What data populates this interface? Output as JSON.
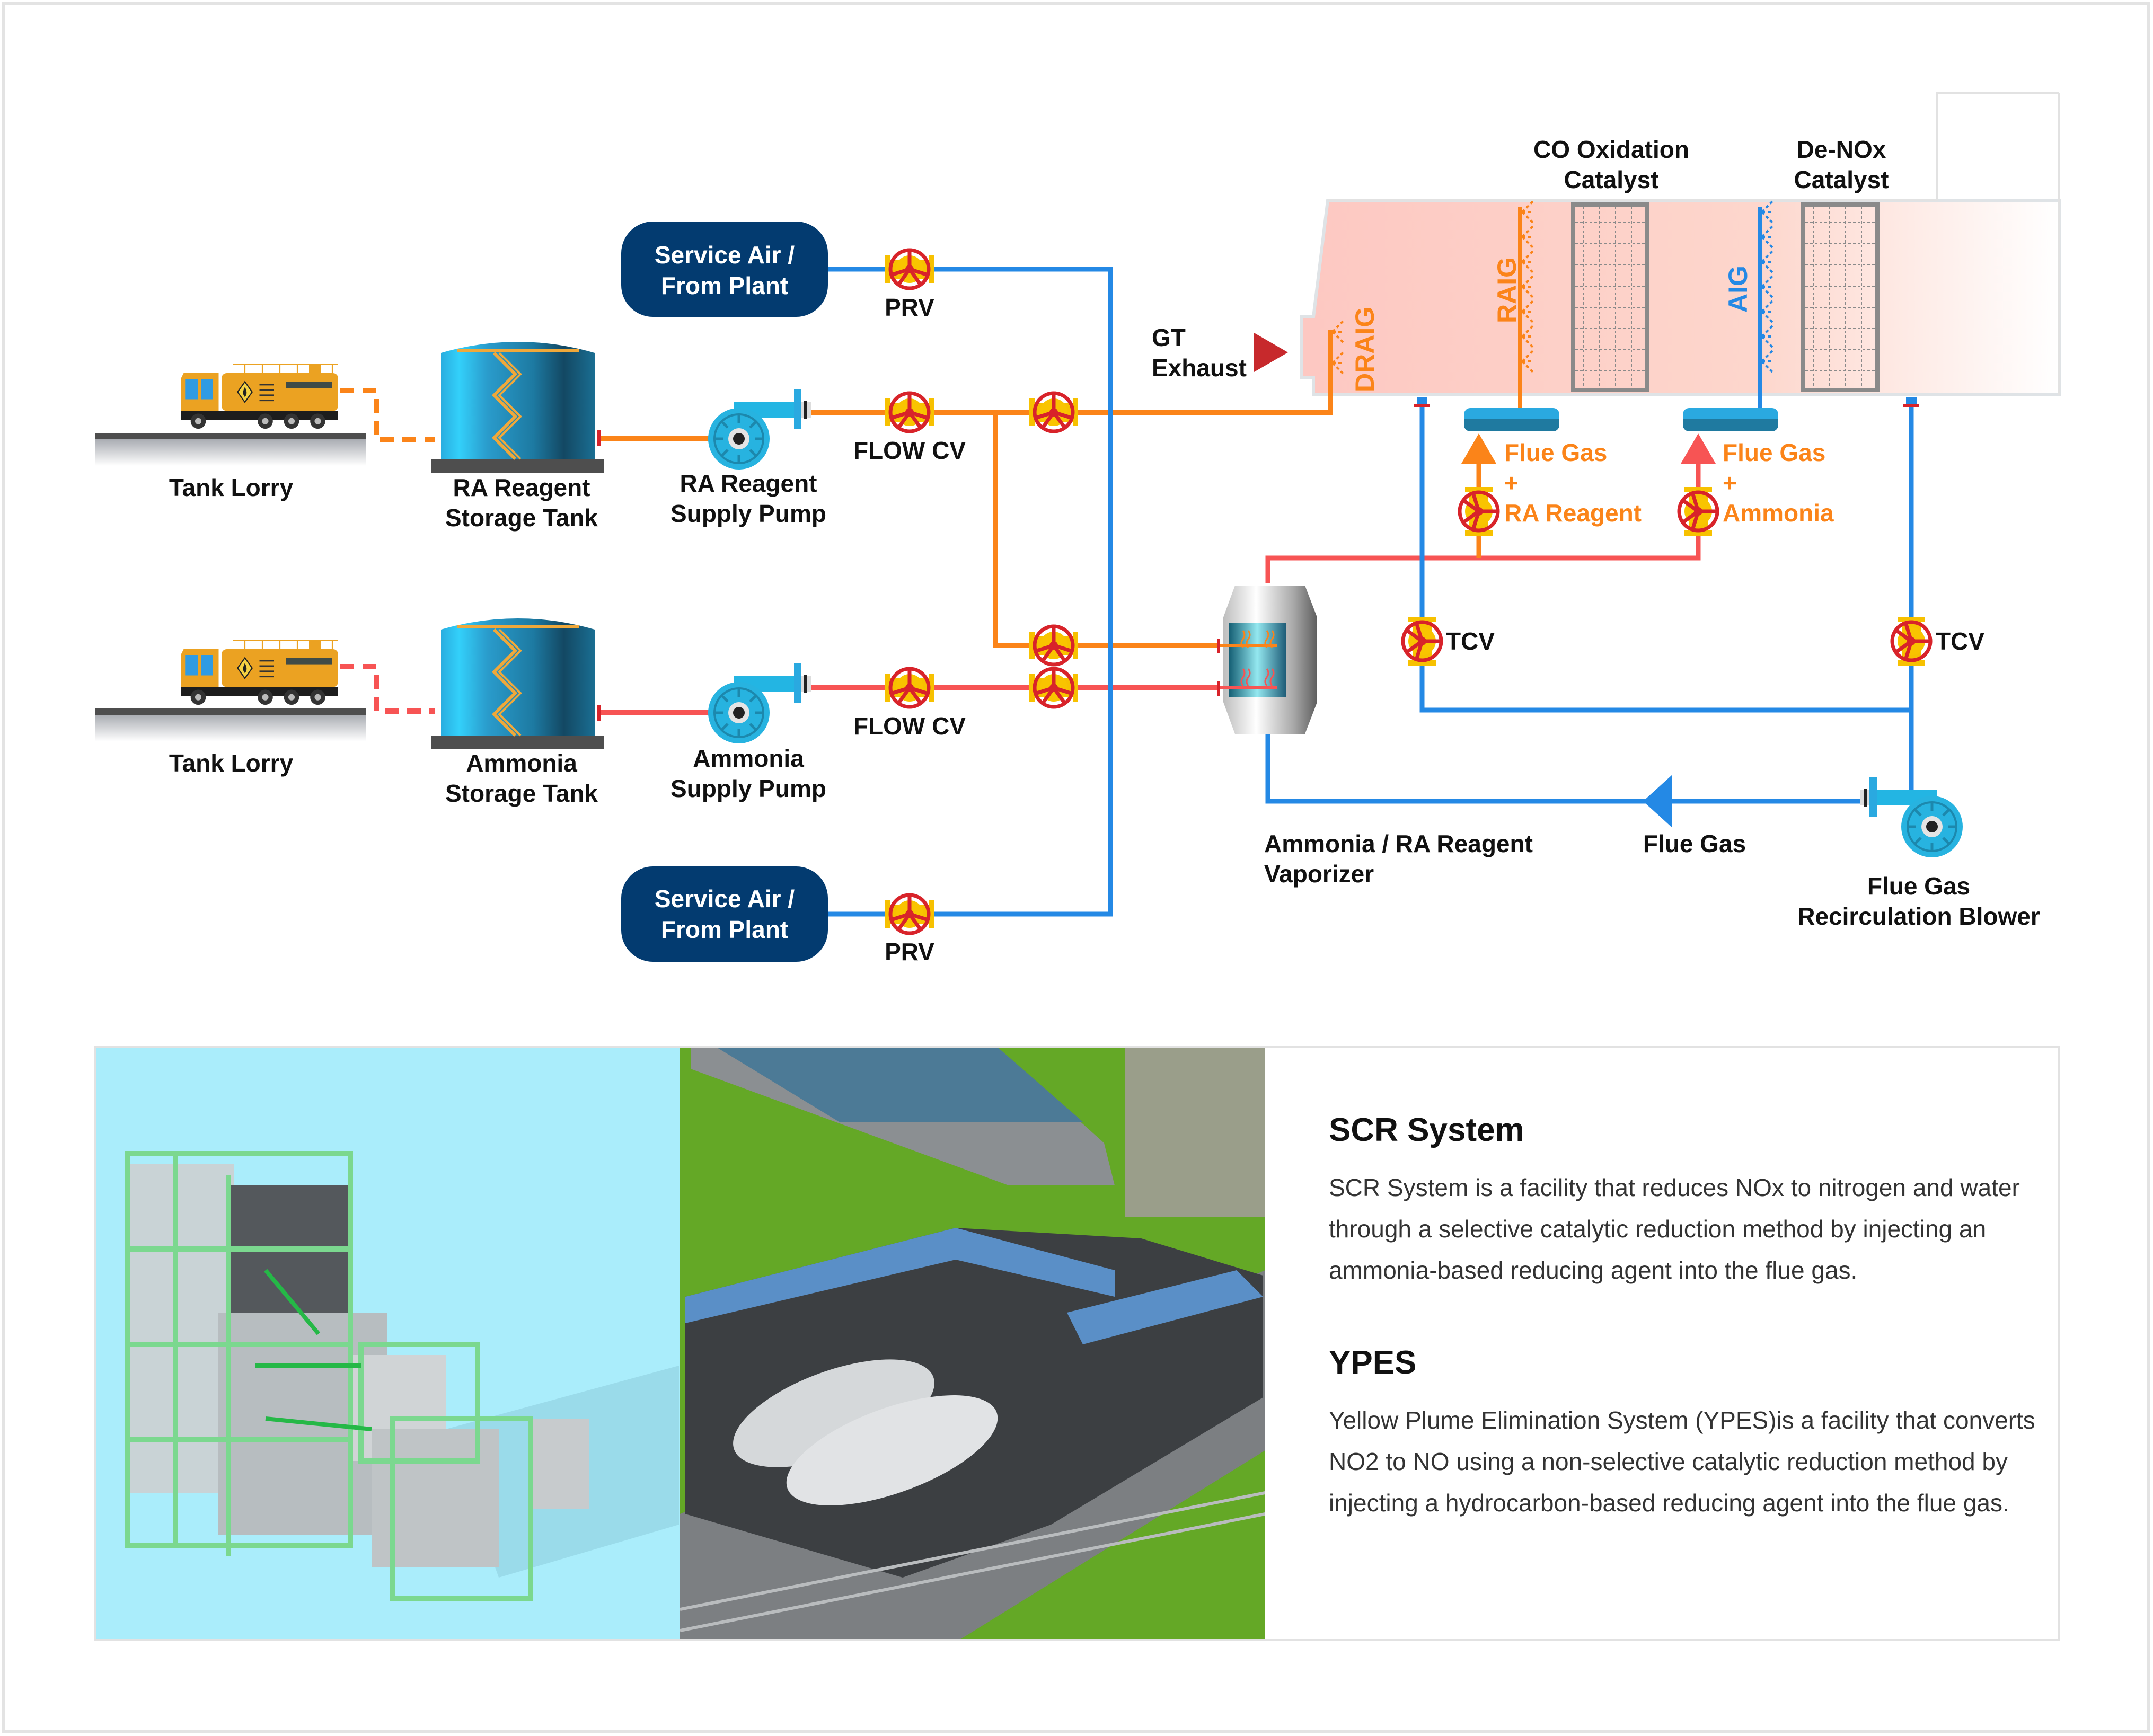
{
  "diagram": {
    "tank_lorry_1": "Tank Lorry",
    "tank_lorry_2": "Tank Lorry",
    "ra_storage_tank": [
      "RA Reagent",
      "Storage Tank"
    ],
    "ammonia_storage_tank": [
      "Ammonia",
      "Storage Tank"
    ],
    "ra_supply_pump": [
      "RA Reagent",
      "Supply Pump"
    ],
    "ammonia_supply_pump": [
      "Ammonia",
      "Supply Pump"
    ],
    "service_air_top": [
      "Service Air /",
      "From Plant"
    ],
    "service_air_bottom": [
      "Service Air /",
      "From Plant"
    ],
    "prv_top": "PRV",
    "prv_bottom": "PRV",
    "flow_cv_top": "FLOW CV",
    "flow_cv_bottom": "FLOW CV",
    "gt_exhaust": [
      "GT",
      "Exhaust"
    ],
    "draig": "DRAIG",
    "raig": "RAIG",
    "aig": "AIG",
    "co_catalyst": [
      "CO Oxidation",
      "Catalyst"
    ],
    "denox_catalyst": [
      "De-NOx",
      "Catalyst"
    ],
    "mix_ra": [
      "Flue Gas",
      "+",
      "RA Reagent"
    ],
    "mix_ammonia": [
      "Flue Gas",
      "+",
      "Ammonia"
    ],
    "tcv_left": "TCV",
    "tcv_right": "TCV",
    "vaporizer": [
      "Ammonia / RA Reagent",
      "Vaporizer"
    ],
    "flue_gas_flow": "Flue Gas",
    "blower": [
      "Flue Gas",
      "Recirculation Blower"
    ]
  },
  "colors": {
    "orange_line": "#fb8419",
    "red_line": "#f75454",
    "blue_line": "#2489e5",
    "navy_box": "#033b70",
    "duct_pink": "#fdcdc6",
    "valve_red": "#d8232a",
    "valve_yellow": "#f7c100"
  },
  "info": {
    "scr_title": "SCR System",
    "scr_text": "SCR System is a facility that reduces NOx to nitrogen and water through a selective catalytic reduction method by injecting an ammonia-based reducing agent into the flue gas.",
    "ypes_title": "YPES",
    "ypes_text": "Yellow Plume Elimination System (YPES)is a facility that converts NO2 to NO using a non-selective catalytic reduction method by injecting a hydrocarbon-based reducing agent into the flue gas."
  }
}
